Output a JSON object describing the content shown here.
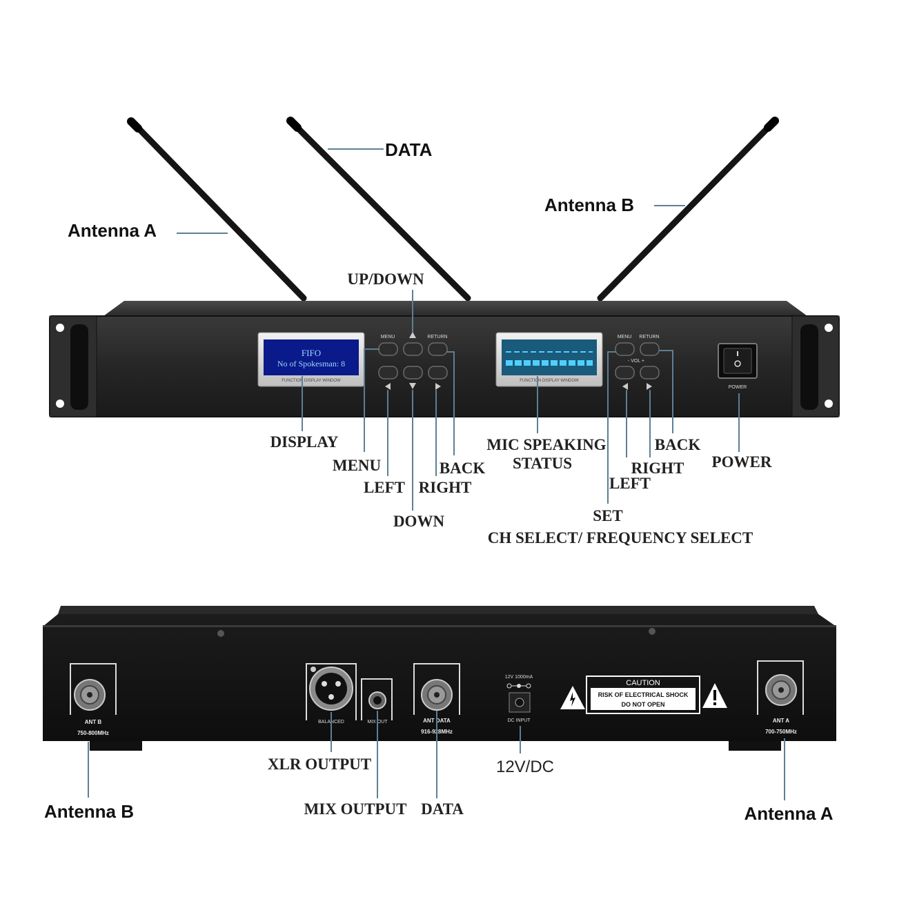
{
  "front": {
    "labels": {
      "data": "DATA",
      "antenna_a": "Antenna A",
      "antenna_b": "Antenna B",
      "up_down": "UP/DOWN",
      "display": "DISPLAY",
      "menu": "MENU",
      "left": "LEFT",
      "right": "RIGHT",
      "back": "BACK",
      "down": "DOWN",
      "mic_speaking": "MIC SPEAKING",
      "status": "STATUS",
      "back2": "BACK",
      "right2": "RIGHT",
      "left2": "LEFT",
      "power": "POWER",
      "set": "SET",
      "ch_select": "CH SELECT/ FREQUENCY SELECT"
    },
    "lcd_left": {
      "line1": "FIFO",
      "line2": "No of Spokesman: 8",
      "caption": "FUNCTION DISPLAY WINDOW"
    },
    "lcd_right": {
      "caption": "FUNCTION DISPLAY WINDOW"
    },
    "panel": {
      "menu": "MENU",
      "return": "RETURN",
      "vol": "- VOL +",
      "power": "POWER"
    }
  },
  "rear": {
    "labels": {
      "antenna_b": "Antenna B",
      "xlr_output": "XLR OUTPUT",
      "mix_output": "MIX OUTPUT",
      "data": "DATA",
      "dc": "12V/DC",
      "antenna_a": "Antenna A"
    },
    "panel": {
      "ant_b": "ANT B",
      "ant_b_freq": "750-800MHz",
      "balanced": "BALANCED",
      "mix_out": "MIX OUT",
      "ant_data": "ANT DATA",
      "ant_data_freq": "916-928MHz",
      "dc_rating": "12V 1000mA",
      "dc_input": "DC INPUT",
      "caution_title": "CAUTION",
      "caution_line1": "RISK OF ELECTRICAL SHOCK",
      "caution_line2": "DO NOT OPEN",
      "ant_a": "ANT A",
      "ant_a_freq": "700-750MHz"
    }
  }
}
